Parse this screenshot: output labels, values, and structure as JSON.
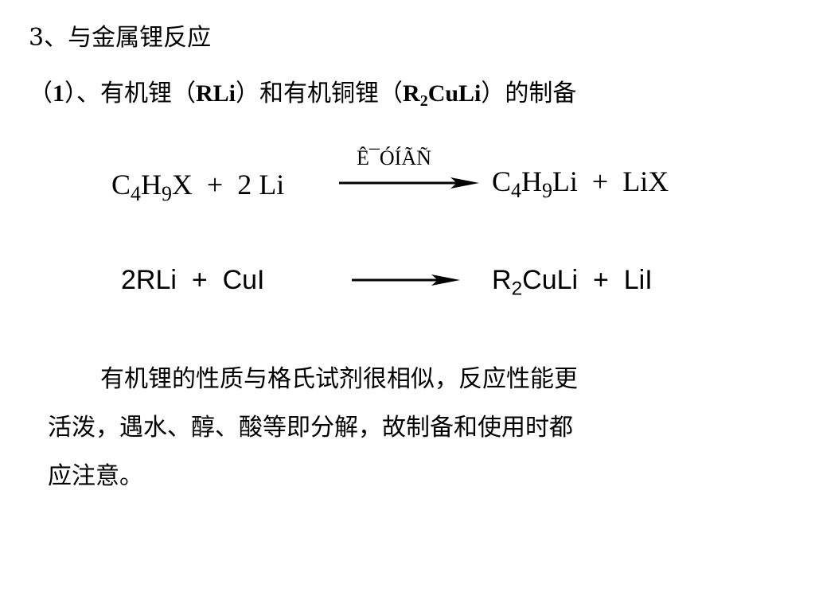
{
  "section_heading": "3、与金属锂反应",
  "sub_heading": {
    "prefix": "（",
    "number": "1",
    "middle1": "）、有机锂（",
    "rli": "RLi",
    "middle2": "）和有机铜锂（",
    "r": "R",
    "sub2": "2",
    "culi": "CuLi",
    "suffix": "）的制备"
  },
  "equation1": {
    "left": {
      "c": "C",
      "c_sub": "4",
      "h": "H",
      "h_sub": "9",
      "rest": "X  +  2 Li"
    },
    "condition": "Ê¯ÓÍÃÑ",
    "right": {
      "c": "C",
      "c_sub": "4",
      "h": "H",
      "h_sub": "9",
      "rest": "Li  +  LiX"
    }
  },
  "equation2": {
    "left": "2RLi  +  CuI",
    "right": {
      "r": "R",
      "r_sub": "2",
      "rest": "CuLi  +  LiI"
    }
  },
  "paragraph": {
    "line1": "有机锂的性质与格氏试剂很相似，反应性能更",
    "line2": "活泼，遇水、醇、酸等即分解，故制备和使用时都",
    "line3": "应注意。"
  }
}
